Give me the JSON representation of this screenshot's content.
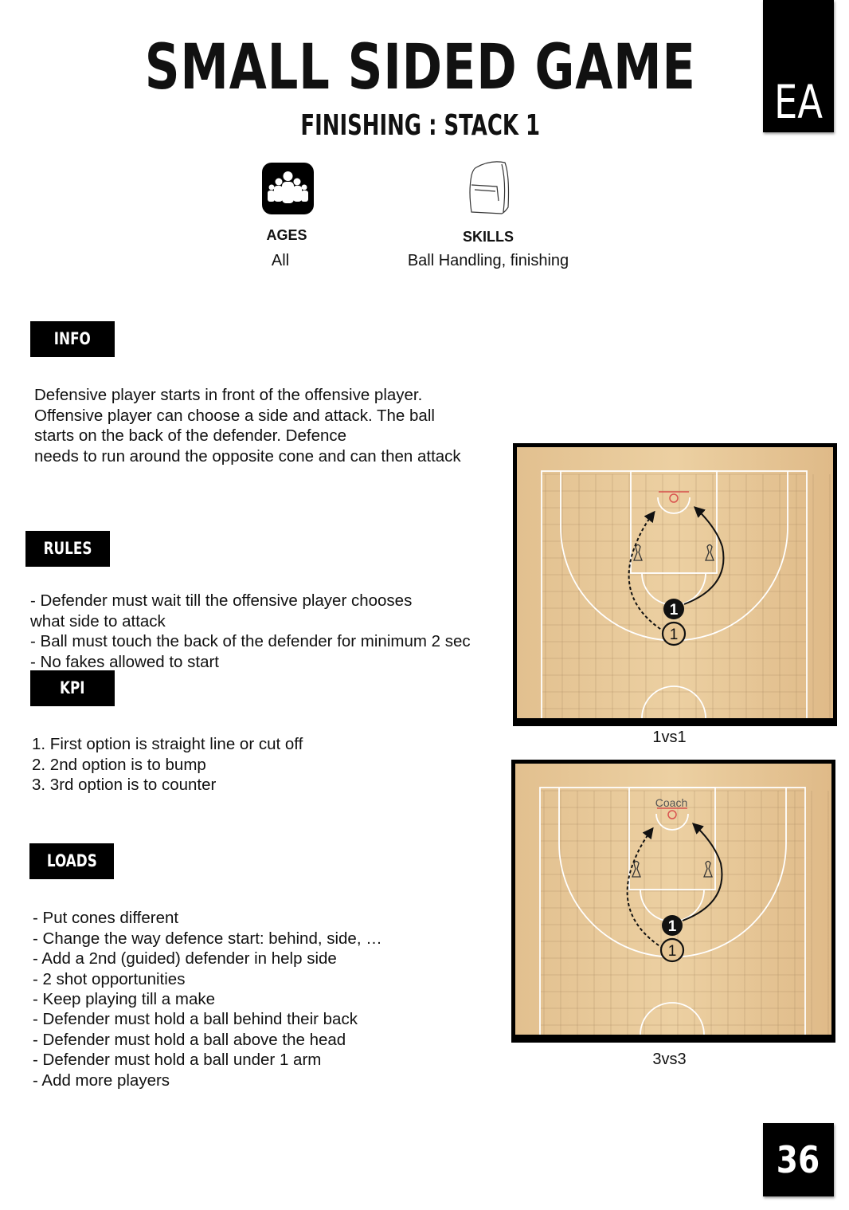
{
  "header": {
    "title": "SMALL SIDED GAME",
    "subtitle": "FINISHING : STACK 1",
    "logo": "EA"
  },
  "meta": {
    "ages": {
      "icon": "group-icon",
      "label": "AGES",
      "value": "All"
    },
    "skills": {
      "icon": "backpack-icon",
      "label": "SKILLS",
      "value": "Ball Handling, finishing"
    }
  },
  "sections": {
    "info": {
      "label": "INFO",
      "lines": [
        "Defensive player starts in front of the offensive player.",
        "Offensive player can choose a side and attack. The ball",
        "starts on the back of the defender. Defence",
        "needs to run around the opposite cone and can then attack"
      ]
    },
    "rules": {
      "label": "RULES",
      "lines": [
        "- Defender must wait till the offensive player chooses",
        "what side to attack",
        "- Ball must touch the back of the defender for minimum 2 sec",
        "- No fakes allowed to start"
      ]
    },
    "kpi": {
      "label": "KPI",
      "lines": [
        "1. First option is straight line or cut off",
        "2. 2nd option is to bump",
        "3. 3rd option is to counter"
      ]
    },
    "loads": {
      "label": "LOADS",
      "lines": [
        "- Put cones different",
        "- Change the way defence start: behind, side, …",
        "- Add a 2nd (guided) defender in help side",
        "- 2 shot opportunities",
        "- Keep playing till a make",
        "- Defender must hold a ball behind their back",
        "- Defender must hold a ball above the head",
        "- Defender must hold a ball under 1 arm",
        "- Add more players"
      ]
    }
  },
  "diagrams": [
    {
      "caption": "1vs1",
      "offense_number": "1",
      "defense_number": "1",
      "coach_label": ""
    },
    {
      "caption": "3vs3",
      "offense_number": "1",
      "defense_number": "1",
      "coach_label": "Coach"
    }
  ],
  "page_number": "36"
}
